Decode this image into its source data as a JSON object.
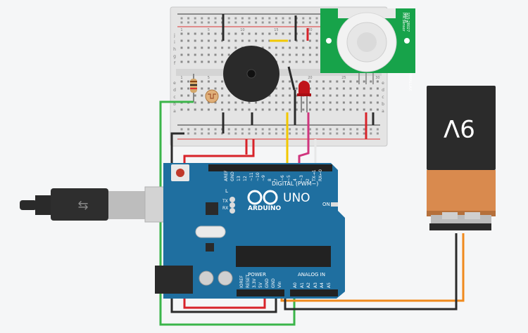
{
  "board": {
    "brand": "ARDUINO",
    "model": "UNO",
    "on_label": "ON",
    "digital_header": "DIGITAL (PWM~)",
    "analog_header": "ANALOG IN",
    "power_header": "POWER",
    "led_l": "L",
    "led_tx": "TX",
    "led_rx": "RX",
    "digital_pins": [
      "AREF",
      "GND",
      "13",
      "12",
      "~11",
      "~10",
      "~9",
      "8",
      "7",
      "~6",
      "~5",
      "4",
      "~3",
      "2",
      "TX→1",
      "RX←0"
    ],
    "power_pins": [
      "IOREF",
      "RESET",
      "3.3V",
      "5V",
      "GND",
      "GND",
      "Vin"
    ],
    "analog_pins": [
      "A0",
      "A1",
      "A2",
      "A3",
      "A4",
      "A5"
    ]
  },
  "battery": {
    "label": "9V"
  },
  "pir_sensor": {
    "text_lines": [
      "PIR Sensor",
      "Rev B",
      "555-28027",
      "PARALLAX"
    ]
  },
  "breadboard": {
    "row_letters": [
      "a",
      "b",
      "c",
      "d",
      "e",
      "f",
      "g",
      "h",
      "i",
      "j"
    ],
    "column_numbers": [
      "1",
      "5",
      "10",
      "15",
      "20",
      "25",
      "30"
    ]
  },
  "colors": {
    "board_blue": "#1f6fa0",
    "wire_red": "#d8232a",
    "wire_black": "#2b2b2b",
    "wire_green": "#3bb54a",
    "wire_orange": "#f08a1d",
    "wire_yellow": "#f2c800",
    "wire_magenta": "#d0357e",
    "battery_orange": "#d98a4e"
  }
}
